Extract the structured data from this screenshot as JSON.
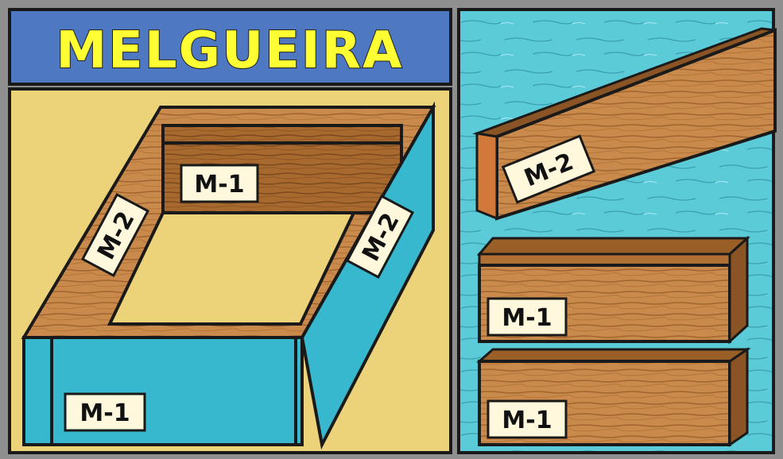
{
  "title": "MELGUEIRA",
  "assembled": {
    "label_front": "M-1",
    "label_back": "M-1",
    "label_left": "M-2",
    "label_right": "M-2"
  },
  "parts": {
    "board_top": "M-2",
    "board_middle": "M-1",
    "board_bottom": "M-1"
  },
  "colors": {
    "title_bg": "#4f78c2",
    "title_text": "#ffff33",
    "left_bg": "#ecd37a",
    "right_bg": "#56c9d6",
    "box_side": "#38b8cf",
    "wood": "#c9884a",
    "label_bg": "#fff8dc"
  }
}
